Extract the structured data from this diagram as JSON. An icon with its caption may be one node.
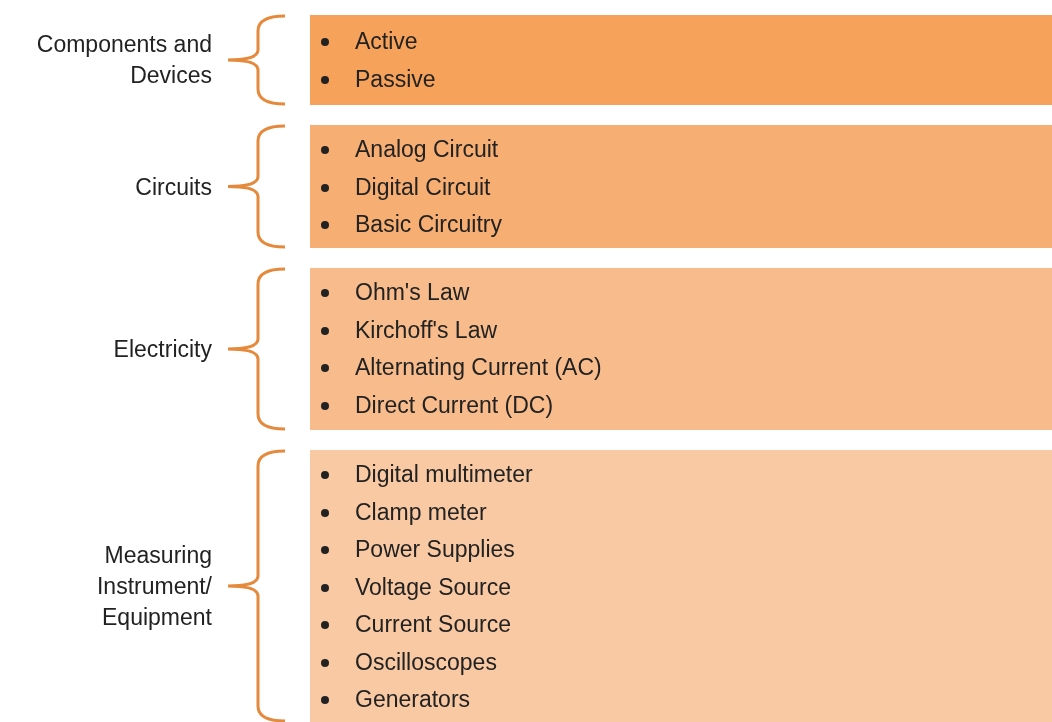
{
  "diagram": {
    "nodes": [
      {
        "text": [
          "Components and Devices",
          "Active",
          "Passive"
        ]
      },
      {
        "text": [
          "Circuits",
          "Analog Circuit",
          "Digital Circuit",
          "Basic Circuitry"
        ]
      },
      {
        "text": [
          "Electricity",
          "Ohm's Law",
          "Kirchoff's Law",
          "Alternating Current (AC)",
          "Direct Current (DC)"
        ]
      },
      {
        "text": [
          "Measuring Instrument/ Equipment",
          "Digital multimeter",
          "Clamp meter",
          "Power Supplies",
          "Voltage Source",
          "Current Source",
          "Oscilloscopes",
          "Generators"
        ]
      }
    ]
  }
}
